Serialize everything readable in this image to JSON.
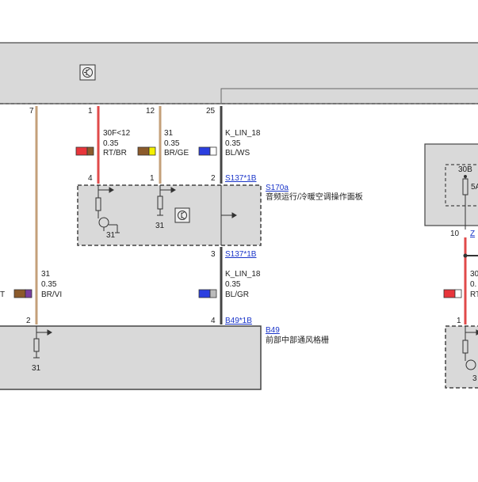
{
  "top_module": {
    "icon": "transistor-icon"
  },
  "wires": [
    {
      "id": "w7",
      "pin_top": "7",
      "color": "#c4a07a"
    },
    {
      "id": "w1",
      "pin_top": "1",
      "pin_bottom": "4",
      "lines": [
        "30F<12",
        "0.35",
        "RT/BR"
      ],
      "swatch": [
        "#e8353b",
        "#8b5a2b"
      ],
      "color": "#e04a4a"
    },
    {
      "id": "w12",
      "pin_top": "12",
      "pin_bottom": "1",
      "lines": [
        "31",
        "0.35",
        "BR/GE"
      ],
      "swatch": [
        "#8b5a2b",
        "#f4f000"
      ],
      "color": "#c4a07a"
    },
    {
      "id": "w25",
      "pin_top": "25",
      "pin_bottom": "2",
      "lines": [
        "K_LIN_18",
        "0.35",
        "BL/WS"
      ],
      "swatch": [
        "#2b3fe0",
        "#ffffff"
      ],
      "color": "#444444"
    }
  ],
  "connectors": {
    "s137_top": "S137*1B",
    "s137_bottom": "S137*1B",
    "b49": "B49*1B",
    "z": "Z"
  },
  "module_s170a": {
    "id": "S170a",
    "desc": "音频运行/冷暖空调操作面板",
    "gnd": "31",
    "icon": "transistor-icon"
  },
  "pin_3": "3",
  "lower_wires": [
    {
      "id": "w_br_vi",
      "pin_bottom": "2",
      "lines": [
        "31",
        "0.35",
        "BR/VI"
      ],
      "left_label": "T",
      "swatch": [
        "#8b5a2b",
        "#7a3fa0"
      ]
    },
    {
      "id": "w_bl_gr",
      "pin_bottom": "4",
      "lines": [
        "K_LIN_18",
        "0.35",
        "BL/GR"
      ],
      "swatch": [
        "#2b3fe0",
        "#bbbbbb"
      ]
    }
  ],
  "module_b49": {
    "id": "B49",
    "desc": "前部中部通风格栅",
    "gnd": "31"
  },
  "right_module": {
    "label_30b": "30B",
    "fuse_partial": "5A",
    "pin_10": "10",
    "pin_1": "1",
    "partial_30": "30",
    "partial_0": "0.",
    "partial_rt": "RT",
    "gnd_partial": "3"
  }
}
